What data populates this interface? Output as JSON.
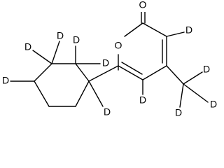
{
  "molecule": {
    "ring_oxygen": "O",
    "carbonyl_oxygen": "O",
    "deuterium": "D"
  }
}
